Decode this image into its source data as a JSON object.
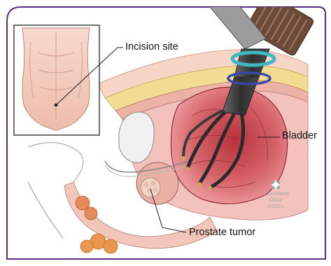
{
  "labels": {
    "incision_site": "Incision site",
    "bladder": "Bladder",
    "prostate_tumor": "Prostate tumor"
  },
  "credit": {
    "name_line1": "Cleveland",
    "name_line2": "Clinic",
    "year": "©2021"
  },
  "colors": {
    "frame": "#5b2d82",
    "skin": "#f6d0c4",
    "fat": "#f3dc92",
    "tissue": "#e7959a",
    "bladder_inner": "#d05a60",
    "instrument": "#3a3a3a",
    "port_ring": "#3fb8c4",
    "inner_ring": "#3a47a8",
    "leader": "#1a1a1a"
  }
}
